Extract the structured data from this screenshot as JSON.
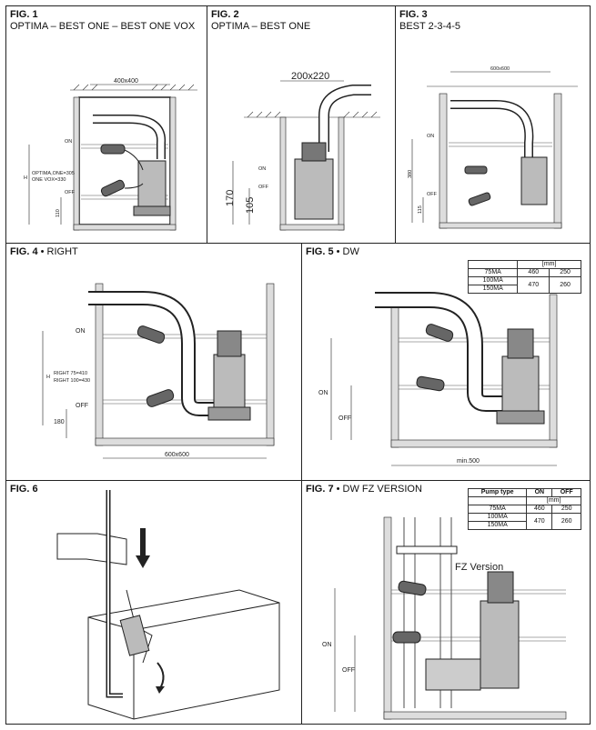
{
  "fig1": {
    "num": "FIG. 1",
    "sub": "OPTIMA – BEST ONE – BEST ONE VOX",
    "dim_top": "400x400",
    "on": "ON",
    "off": "OFF",
    "h_label": "H",
    "h_line1": "OPTIMA,ONE=305",
    "h_line2": "ONE VOX=330",
    "dim_low": "110"
  },
  "fig2": {
    "num": "FIG. 2",
    "sub": "OPTIMA – BEST ONE",
    "dim_top": "200x220",
    "on": "ON",
    "off": "OFF",
    "dim_a": "170",
    "dim_b": "105"
  },
  "fig3": {
    "num": "FIG. 3",
    "sub": "BEST 2-3-4-5",
    "dim_top": "600x600",
    "on": "ON",
    "off": "OFF",
    "dim_a": "380",
    "dim_b": "115"
  },
  "fig4": {
    "num": "FIG. 4",
    "sub": " • RIGHT",
    "on": "ON",
    "off": "OFF",
    "h_label": "H",
    "h_line1": "RIGHT 75=410",
    "h_line2": "RIGHT 100=430",
    "dim_low": "180",
    "dim_bottom": "600x600"
  },
  "fig5": {
    "num": "FIG. 5",
    "sub": " • DW",
    "on": "ON",
    "off": "OFF",
    "dim_bottom": "min.500",
    "table": {
      "unit": "[mm]",
      "rows": [
        [
          "75MA",
          "460",
          "250"
        ],
        [
          "100MA",
          "470",
          "260"
        ],
        [
          "150MA",
          "",
          ""
        ]
      ]
    }
  },
  "fig6": {
    "num": "FIG. 6"
  },
  "fig7": {
    "num": "FIG. 7",
    "sub": " • DW FZ VERSION",
    "on": "ON",
    "off": "OFF",
    "fz": "FZ Version",
    "table": {
      "headers": [
        "Pump type",
        "ON",
        "OFF"
      ],
      "unit": "[mm]",
      "rows": [
        [
          "75MA",
          "460",
          "250"
        ],
        [
          "100MA",
          "470",
          "260"
        ],
        [
          "150MA",
          "",
          ""
        ]
      ]
    }
  }
}
